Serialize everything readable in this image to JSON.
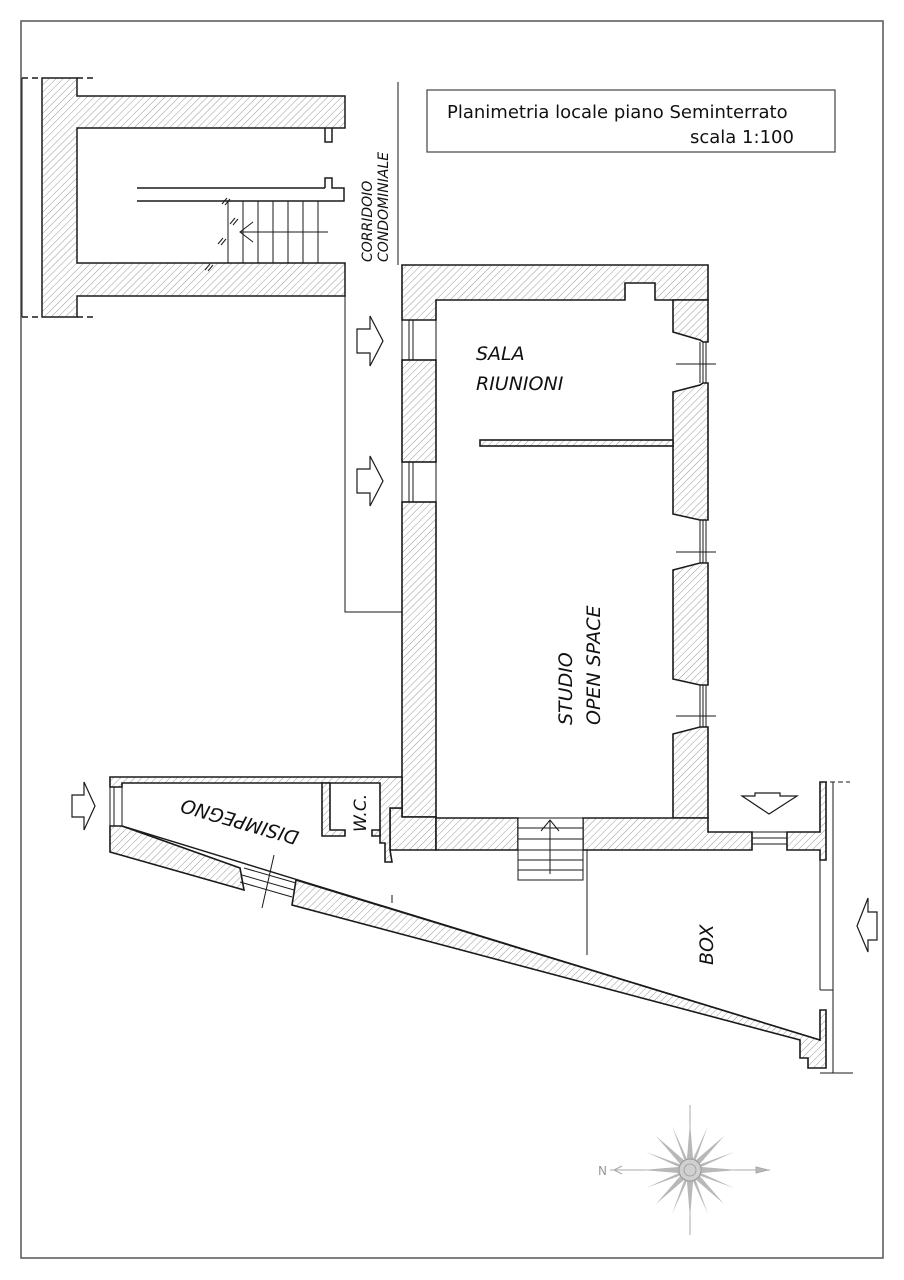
{
  "title_block": {
    "title": "Planimetria locale piano Seminterrato",
    "scale": "scala 1:100"
  },
  "rooms": {
    "corridoio": {
      "line1": "CORRIDOIO",
      "line2": "CONDOMINIALE"
    },
    "sala_riunioni": {
      "line1": "SALA",
      "line2": "RIUNIONI"
    },
    "studio": {
      "line1": "STUDIO",
      "line2": "OPEN SPACE"
    },
    "disimpegno": {
      "label": "DISIMPEGNO"
    },
    "wc": {
      "label": "W.C."
    },
    "box": {
      "label": "BOX"
    }
  },
  "compass": {
    "north_label": "N",
    "icon": "compass-rose-icon"
  },
  "colors": {
    "wall_line": "#1a1a1a",
    "hatch": "#9a9a9a",
    "frame": "#555555",
    "compass": "#a8a8a8"
  }
}
